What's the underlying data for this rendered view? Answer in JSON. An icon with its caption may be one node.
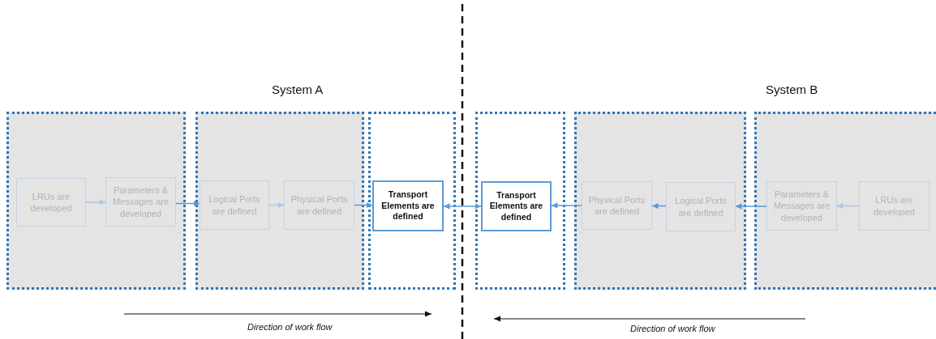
{
  "diagram": {
    "nodes": [
      {
        "text": [],
        "shape": "box"
      },
      {
        "text": [
          "LRUs are developed"
        ],
        "in": 0
      },
      {
        "text": [
          "Parameters & Messages are developed"
        ],
        "in": 0
      },
      {
        "text": [],
        "shape": "box"
      },
      {
        "text": [
          "Logical Ports are defined"
        ],
        "in": 3
      },
      {
        "text": [
          "Physical Ports are defined"
        ],
        "in": 3
      },
      {
        "text": [],
        "shape": "box"
      },
      {
        "text": [
          "Transport Elements are defined"
        ],
        "in": 6
      },
      {
        "text": [],
        "shape": "box"
      },
      {
        "text": [
          "Transport Elements are defined"
        ],
        "in": 8
      },
      {
        "text": [],
        "shape": "box"
      },
      {
        "text": [
          "Physical Ports are defined"
        ],
        "in": 10
      },
      {
        "text": [
          "Logical Ports are defined"
        ],
        "in": 10
      },
      {
        "text": [],
        "shape": "box"
      },
      {
        "text": [
          "Parameters & Messages are developed"
        ],
        "in": 13
      },
      {
        "text": [
          "LRUs are developed"
        ],
        "in": 13
      }
    ],
    "edges": [
      {
        "from": 1,
        "to": 2,
        "arrow": "to",
        "color": "#a9c8e8"
      },
      {
        "from": 2,
        "to": 4,
        "arrow": "to"
      },
      {
        "from": 4,
        "to": 5,
        "arrow": "to",
        "color": "#a9c8e8"
      },
      {
        "from": 5,
        "to": 7,
        "arrow": "to"
      },
      {
        "from": 7,
        "to": 9,
        "arrow": "both"
      },
      {
        "from": 11,
        "to": 9,
        "arrow": "to"
      },
      {
        "from": 12,
        "to": 11,
        "arrow": "to"
      },
      {
        "from": 14,
        "to": 12,
        "arrow": "to"
      },
      {
        "from": 15,
        "to": 14,
        "arrow": "to",
        "color": "#a9c8e8"
      }
    ],
    "labels": [
      "System A",
      "System B",
      "Direction of work flow",
      "Direction of work flow"
    ]
  }
}
